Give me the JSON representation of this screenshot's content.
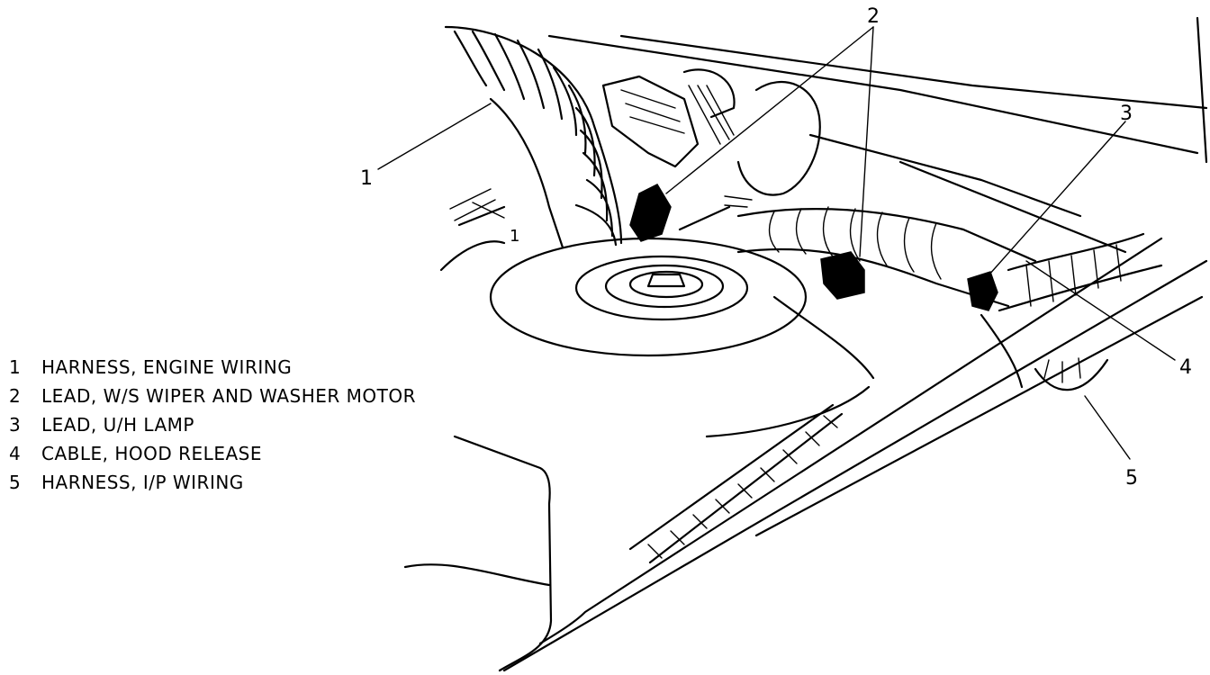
{
  "callouts": [
    {
      "id": "1",
      "text": "1"
    },
    {
      "id": "2",
      "text": "2"
    },
    {
      "id": "3",
      "text": "3"
    },
    {
      "id": "4",
      "text": "4"
    },
    {
      "id": "5",
      "text": "5"
    }
  ],
  "small_mark": "1",
  "legend": [
    {
      "num": "1",
      "label": "HARNESS, ENGINE WIRING"
    },
    {
      "num": "2",
      "label": "LEAD, W/S WIPER AND WASHER MOTOR"
    },
    {
      "num": "3",
      "label": "LEAD, U/H LAMP"
    },
    {
      "num": "4",
      "label": "CABLE, HOOD RELEASE"
    },
    {
      "num": "5",
      "label": "HARNESS, I/P WIRING"
    }
  ]
}
